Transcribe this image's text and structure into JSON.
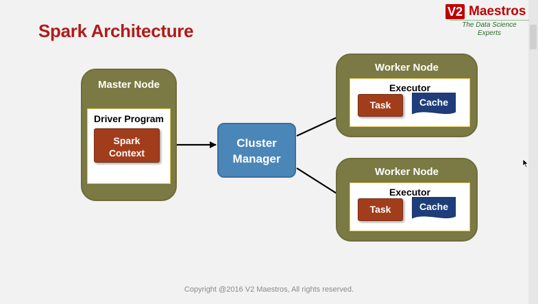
{
  "logo": {
    "brand_badge": "V2",
    "brand_name": "Maestros",
    "tagline": "The Data Science Experts"
  },
  "title": "Spark Architecture",
  "master": {
    "title": "Master Node",
    "driver_label": "Driver Program",
    "context_line1": "Spark",
    "context_line2": "Context"
  },
  "cluster": {
    "line1": "Cluster",
    "line2": "Manager"
  },
  "workers": [
    {
      "title": "Worker Node",
      "executor_label": "Executor",
      "task_label": "Task",
      "cache_label": "Cache"
    },
    {
      "title": "Worker Node",
      "executor_label": "Executor",
      "task_label": "Task",
      "cache_label": "Cache"
    }
  ],
  "copyright": "Copyright @2016 V2 Maestros, All rights reserved.",
  "colors": {
    "title": "#b11b1b",
    "node_fill": "#7b7a44",
    "spark_red": "#a23d1c",
    "cluster_blue": "#4b86b8",
    "cache_navy": "#1f3d7a"
  }
}
